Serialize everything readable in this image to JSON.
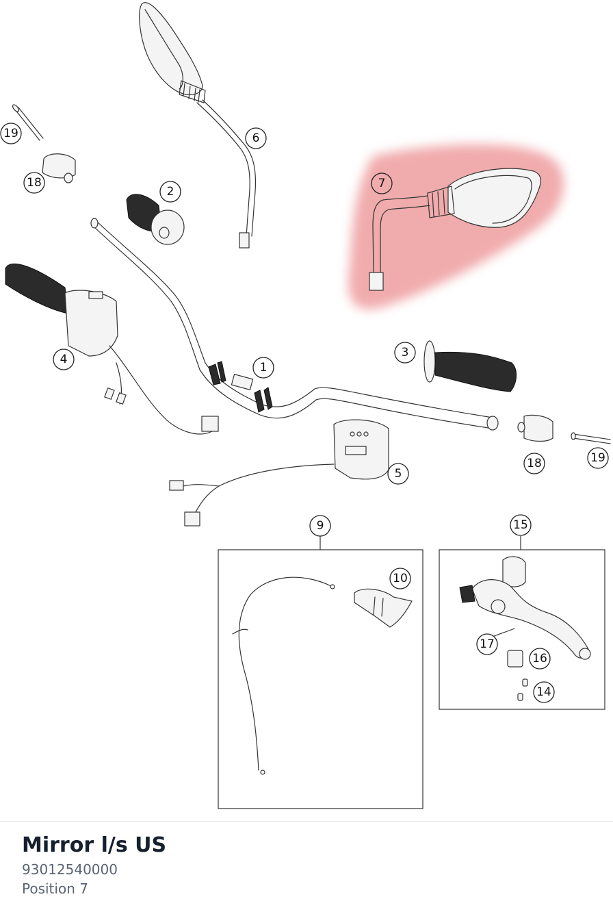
{
  "highlight_color": "#e8787a",
  "callouts": {
    "c1": "1",
    "c2": "2",
    "c3": "3",
    "c4": "4",
    "c5": "5",
    "c6": "6",
    "c7": "7",
    "c9": "9",
    "c10": "10",
    "c14": "14",
    "c15": "15",
    "c16": "16",
    "c17": "17",
    "c18a": "18",
    "c18b": "18",
    "c19a": "19",
    "c19b": "19"
  },
  "footer": {
    "title": "Mirror l/s US",
    "part_number": "93012540000",
    "position": "Position 7"
  }
}
